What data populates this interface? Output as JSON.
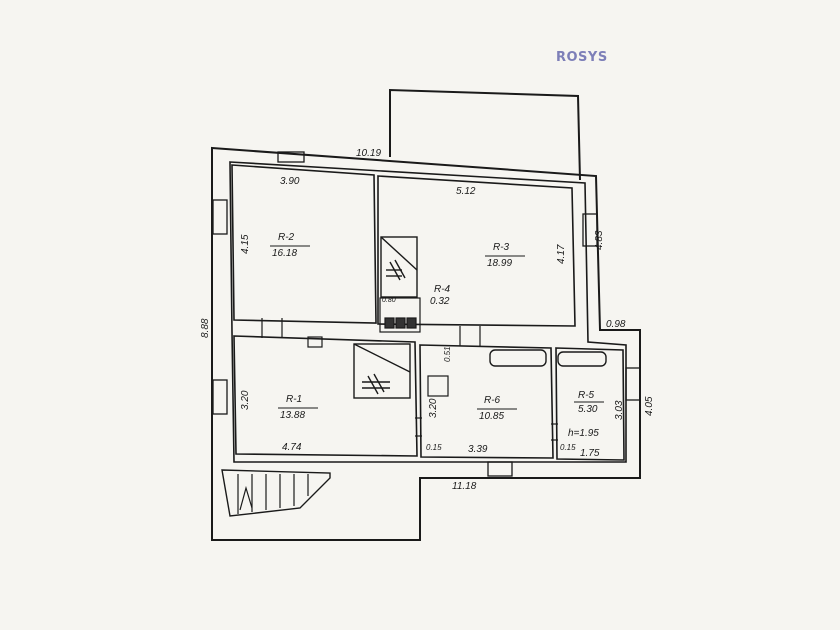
{
  "logo": "ROSYS",
  "dimensions": {
    "top_total": "10.19",
    "left_total": "8.88",
    "bottom_total": "11.18",
    "right_annex_height": "4.83",
    "right_lower_height": "4.05",
    "step_offset": "0.98"
  },
  "rooms": {
    "r2": {
      "id": "R-2",
      "area": "16.18",
      "width": "3.90",
      "height": "4.15"
    },
    "r3": {
      "id": "R-3",
      "area": "18.99",
      "width": "5.12",
      "height": "4.17"
    },
    "r4": {
      "id": "R-4",
      "area": "0.32",
      "width": "0.80"
    },
    "r1": {
      "id": "R-1",
      "area": "13.88",
      "width": "4.74",
      "height": "3.20"
    },
    "r6": {
      "id": "R-6",
      "area": "10.85",
      "width": "3.39",
      "height": "3.20",
      "left_wall": "0.15",
      "bath_dim": "0.51"
    },
    "r5": {
      "id": "R-5",
      "area": "5.30",
      "width": "1.75",
      "height": "3.03",
      "ceiling": "h=1.95",
      "wall": "0.15"
    }
  }
}
